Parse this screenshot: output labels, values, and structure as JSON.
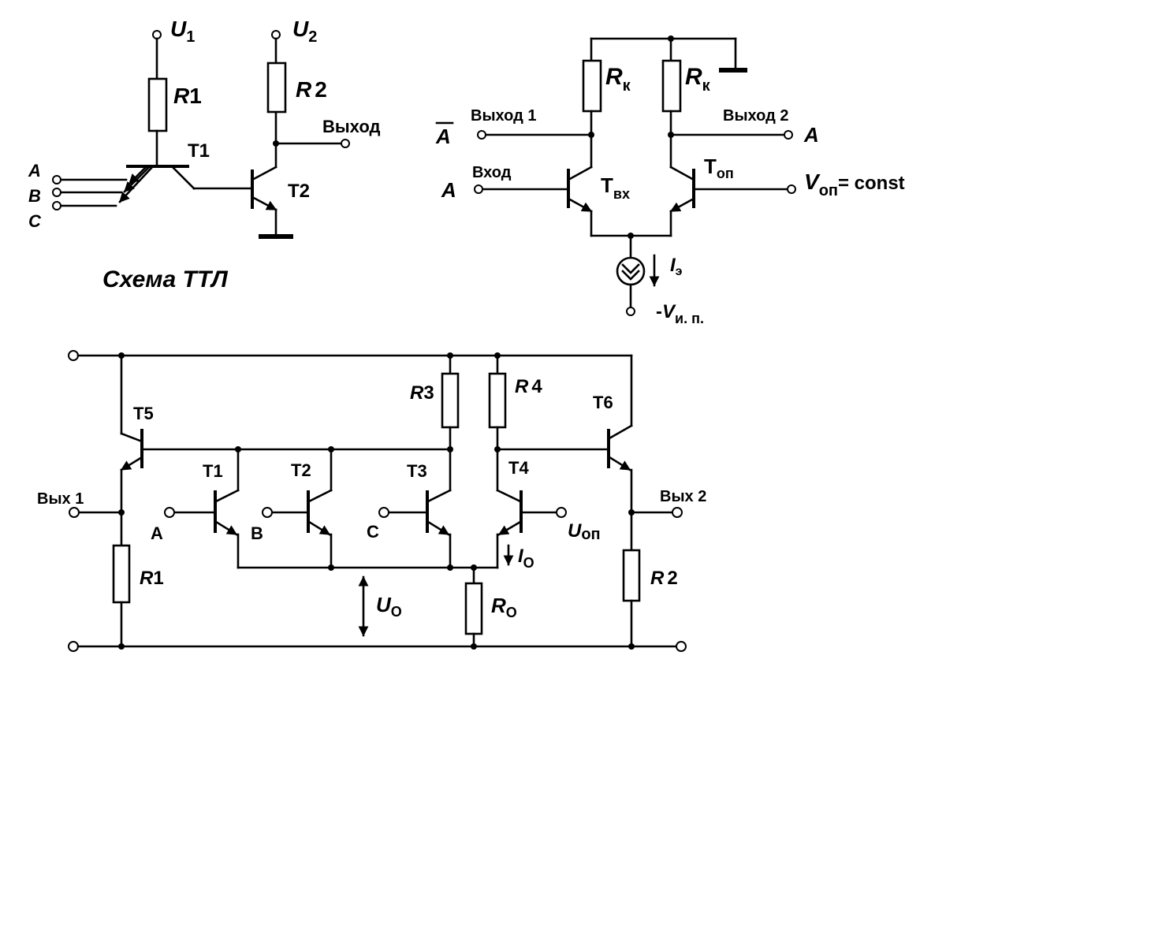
{
  "ttl": {
    "caption": "Схема ТТЛ",
    "supply1": "U",
    "supply1_sub": "1",
    "supply2": "U",
    "supply2_sub": "2",
    "r1_prefix": "R",
    "r1_num": "1",
    "r2_prefix": "R",
    "r2_num": "2",
    "t1": "T1",
    "t2": "T2",
    "output": "Выход",
    "inputs": [
      "A",
      "B",
      "C"
    ]
  },
  "ecl_basic": {
    "rk_main": "R",
    "rk_sub": "к",
    "out1": "Выход 1",
    "out2": "Выход 2",
    "a_bar": "A",
    "a_out2": "A",
    "input_label": "Вход",
    "a_in": "A",
    "tvx_main": "T",
    "tvx_sub": "вх",
    "top_main": "T",
    "top_sub": "оп",
    "vref_main": "V",
    "vref_sub": "оп",
    "vref_eq": "= const",
    "ie_main": "I",
    "ie_sub": "э",
    "supply_prefix": "-",
    "supply_main": "V",
    "supply_sub": "и. п."
  },
  "ecl_full": {
    "t5": "T5",
    "t6": "T6",
    "t1": "T1",
    "t2": "T2",
    "t3": "T3",
    "t4": "T4",
    "r3_prefix": "R",
    "r3_num": "3",
    "r4_prefix": "R",
    "r4_num": "4",
    "r1_prefix": "R",
    "r1_num": "1",
    "r2_prefix": "R",
    "r2_num": "2",
    "ro_main": "R",
    "ro_sub": "O",
    "out1": "Вых 1",
    "out2": "Вых 2",
    "in_a": "A",
    "in_b": "B",
    "in_c": "C",
    "uref_main": "U",
    "uref_sub": "оп",
    "io_main": "I",
    "io_sub": "O",
    "uo_main": "U",
    "uo_sub": "O"
  }
}
